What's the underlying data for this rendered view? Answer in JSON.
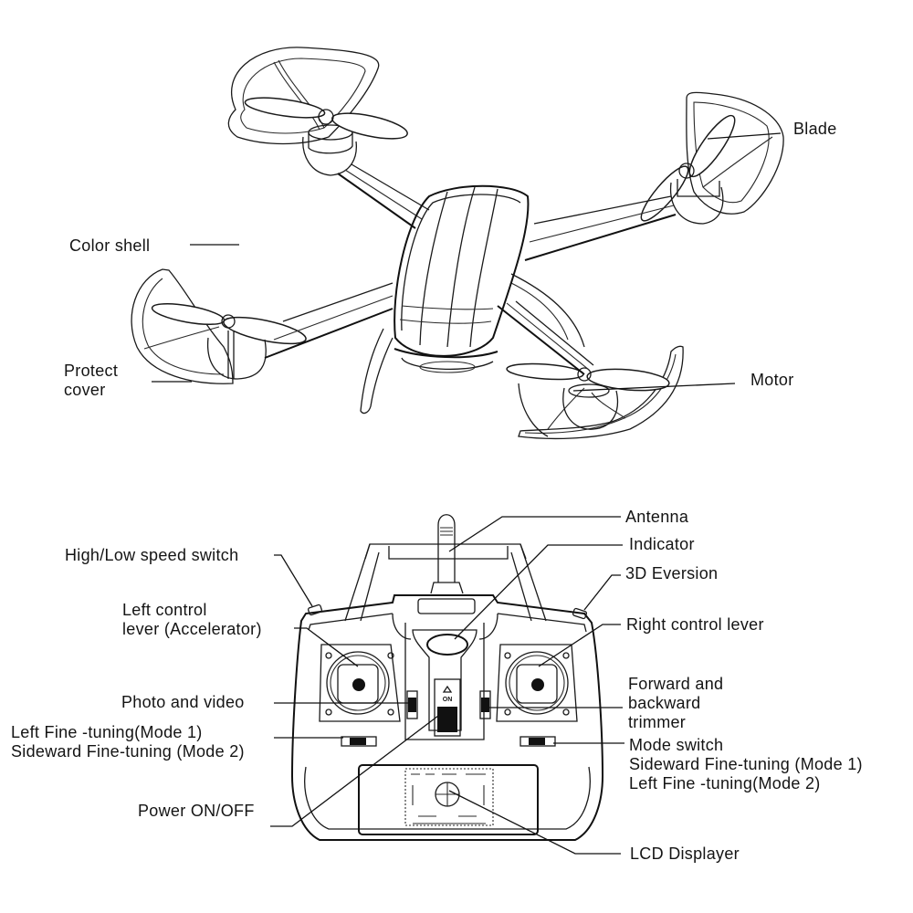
{
  "drone": {
    "labels": {
      "blade": "Blade",
      "color_shell": "Color shell",
      "protect_cover": [
        "Protect",
        "cover"
      ],
      "motor": "Motor"
    }
  },
  "controller": {
    "power_switch_text": "ON",
    "labels": {
      "antenna": "Antenna",
      "indicator": "Indicator",
      "eversion_3d": "3D Eversion",
      "high_low_speed_switch": "High/Low speed switch",
      "left_control_lever": [
        "Left control",
        "lever (Accelerator)"
      ],
      "right_control_lever": "Right control lever",
      "photo_and_video": "Photo and video",
      "forward_backward_trimmer": [
        "Forward and",
        "backward",
        "trimmer"
      ],
      "left_fine_tuning": [
        "Left Fine -tuning(Mode 1)",
        "Sideward Fine-tuning (Mode 2)"
      ],
      "mode_switch": [
        "Mode switch",
        "Sideward Fine-tuning (Mode 1)",
        "Left Fine -tuning(Mode 2)"
      ],
      "power_on_off": "Power ON/OFF",
      "lcd_displayer": "LCD Displayer"
    }
  }
}
